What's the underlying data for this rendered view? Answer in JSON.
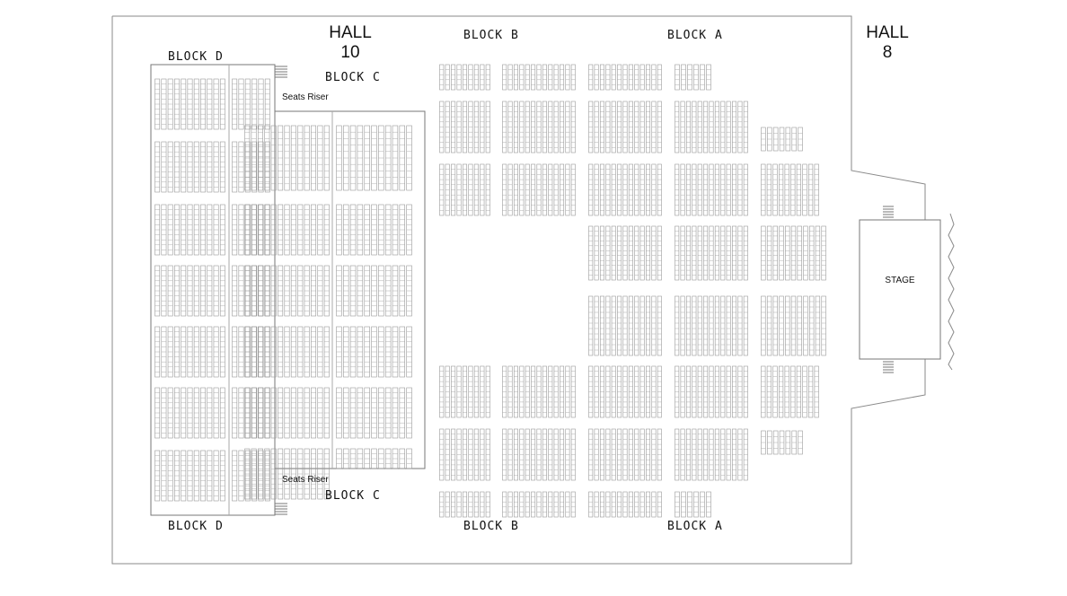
{
  "halls": {
    "left": {
      "name": "HALL",
      "number": "10"
    },
    "right": {
      "name": "HALL",
      "number": "8"
    }
  },
  "blocks": {
    "d_top": "BLOCK D",
    "d_bottom": "BLOCK D",
    "c_top": "BLOCK C",
    "c_bottom": "BLOCK C",
    "b_top": "BLOCK B",
    "b_bottom": "BLOCK B",
    "a_top": "BLOCK A",
    "a_bottom": "BLOCK A"
  },
  "risers": {
    "top": "Seats Riser",
    "bottom": "Seats Riser"
  },
  "stage": {
    "label": "STAGE"
  },
  "colors": {
    "line": "#8a8a8a",
    "seat": "#9a9a9a",
    "text": "#111111",
    "background": "#ffffff"
  }
}
